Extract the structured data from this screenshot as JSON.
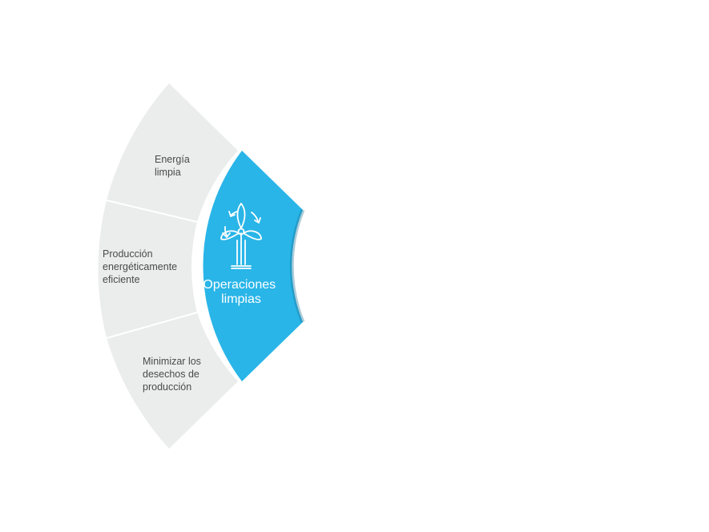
{
  "center": {
    "title_line1": "Operaciones",
    "title_line2": "limpias",
    "icon": "wind-turbine-recycle-icon",
    "color": "#29b5e8"
  },
  "segments": [
    {
      "line1": "Energía",
      "line2": "limpia",
      "line3": ""
    },
    {
      "line1": "Producción",
      "line2": "energéticamente",
      "line3": "eficiente"
    },
    {
      "line1": "Minimizar los",
      "line2": "desechos de",
      "line3": "producción"
    }
  ],
  "colors": {
    "segment_fill": "#ebecec",
    "segment_divider": "#ffffff",
    "segment_text": "#4a4a4a",
    "accent": "#29b5e8",
    "center_text": "#ffffff"
  }
}
